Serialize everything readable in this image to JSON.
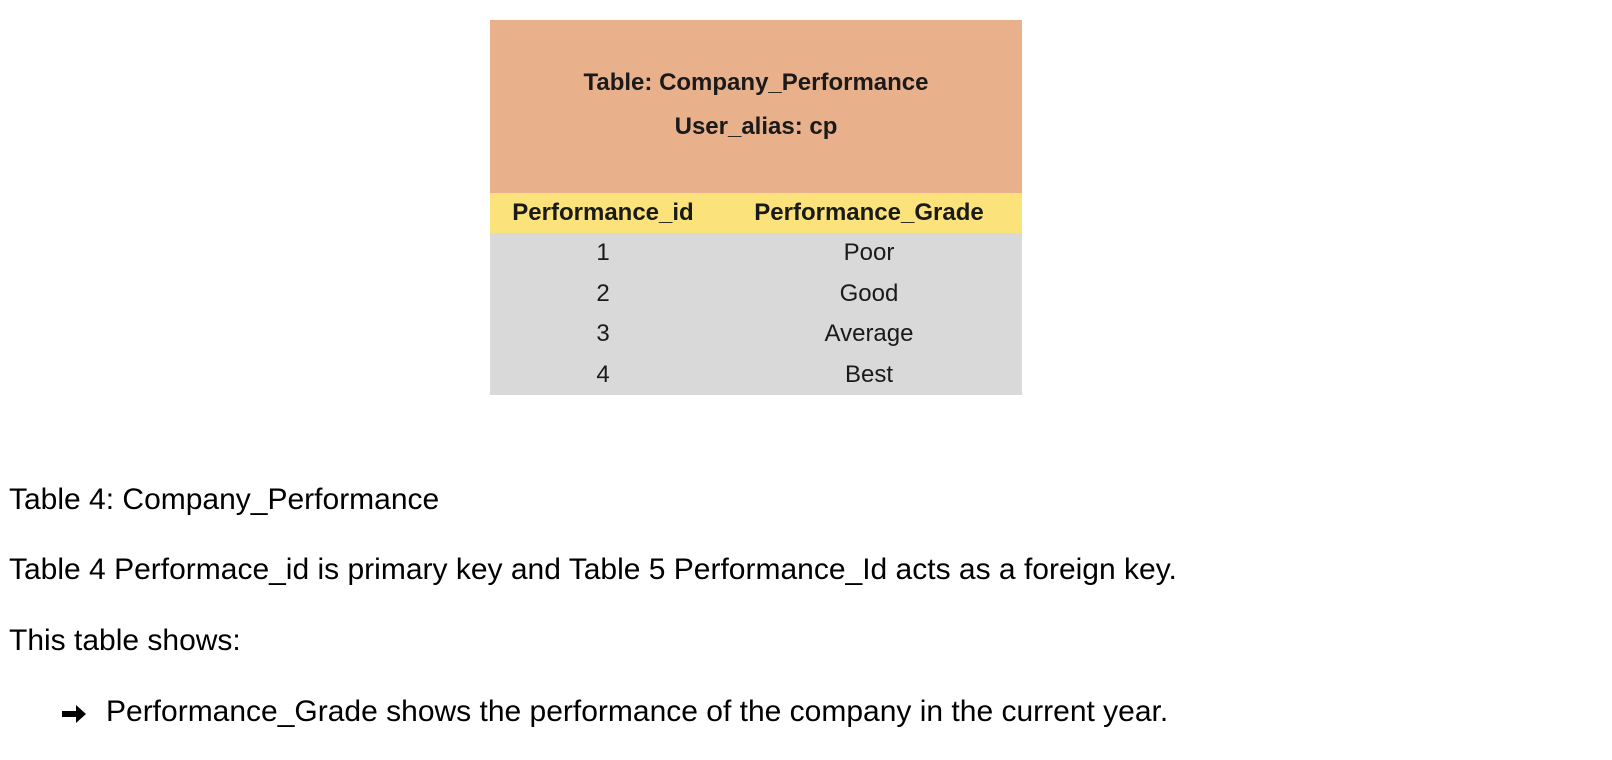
{
  "table_image": {
    "title": "Table: Company_Performance",
    "alias": "User_alias: cp",
    "columns": [
      "Performance_id",
      "Performance_Grade"
    ],
    "rows": [
      {
        "id": "1",
        "grade": "Poor"
      },
      {
        "id": "2",
        "grade": "Good"
      },
      {
        "id": "3",
        "grade": "Average"
      },
      {
        "id": "4",
        "grade": "Best"
      }
    ],
    "colors": {
      "header_bg": "#e9b08c",
      "column_header_bg": "#fbe27a",
      "rows_bg": "#d9d9d9"
    }
  },
  "document": {
    "caption": "Table 4: Company_Performance",
    "description": "Table 4 Performace_id is primary key and Table 5 Performance_Id acts as a foreign key.",
    "intro": "This table shows:",
    "bullets": [
      {
        "icon": "arrow-right-icon",
        "text": "Performance_Grade shows the performance of the company in the current year."
      }
    ]
  }
}
